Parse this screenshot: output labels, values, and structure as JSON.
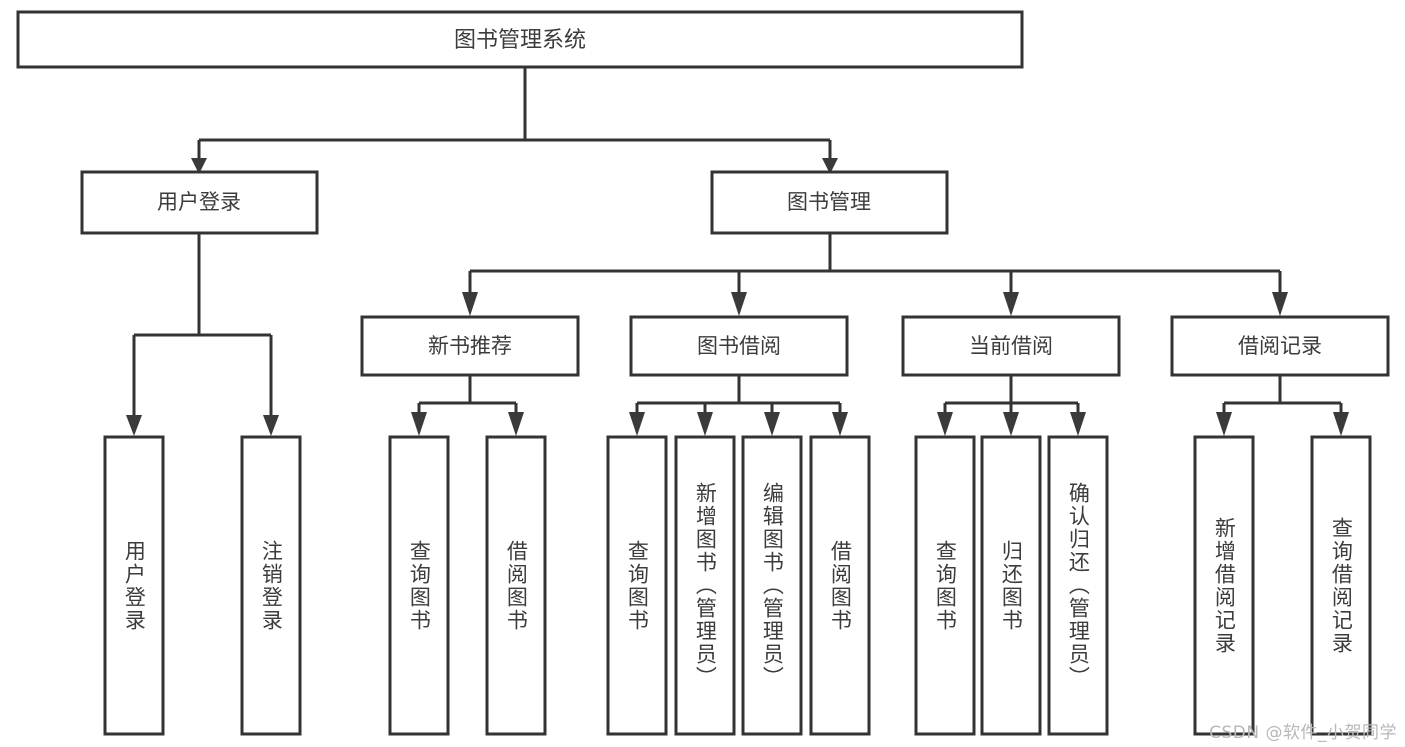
{
  "diagram": {
    "type": "tree",
    "title": "图书管理系统",
    "watermark": "CSDN @软件_小贺同学",
    "colors": {
      "box_stroke": "#333333",
      "box_fill": "#ffffff",
      "text": "#3c3c3c",
      "background": "#ffffff",
      "watermark": "#b8b8b8"
    },
    "root": {
      "label": "图书管理系统"
    },
    "level2": [
      {
        "id": "user-login",
        "label": "用户登录"
      },
      {
        "id": "book-manage",
        "label": "图书管理"
      }
    ],
    "level3": [
      {
        "id": "new-book-recommend",
        "label": "新书推荐"
      },
      {
        "id": "book-borrow",
        "label": "图书借阅"
      },
      {
        "id": "current-borrow",
        "label": "当前借阅"
      },
      {
        "id": "borrow-record",
        "label": "借阅记录"
      }
    ],
    "leaves": {
      "user_login": [
        {
          "id": "leaf-user-login",
          "label": "用户登录"
        },
        {
          "id": "leaf-logout",
          "label": "注销登录"
        }
      ],
      "new_book_recommend": [
        {
          "id": "leaf-query-book-1",
          "label": "查询图书"
        },
        {
          "id": "leaf-borrow-book-1",
          "label": "借阅图书"
        }
      ],
      "book_borrow": [
        {
          "id": "leaf-query-book-2",
          "label": "查询图书"
        },
        {
          "id": "leaf-add-book",
          "label": "新增图书（管理员）"
        },
        {
          "id": "leaf-edit-book",
          "label": "编辑图书（管理员）"
        },
        {
          "id": "leaf-borrow-book-2",
          "label": "借阅图书"
        }
      ],
      "current_borrow": [
        {
          "id": "leaf-query-book-3",
          "label": "查询图书"
        },
        {
          "id": "leaf-return-book",
          "label": "归还图书"
        },
        {
          "id": "leaf-confirm-return",
          "label": "确认归还（管理员）"
        }
      ],
      "borrow_record": [
        {
          "id": "leaf-add-record",
          "label": "新增借阅记录"
        },
        {
          "id": "leaf-query-record",
          "label": "查询借阅记录"
        }
      ]
    }
  }
}
